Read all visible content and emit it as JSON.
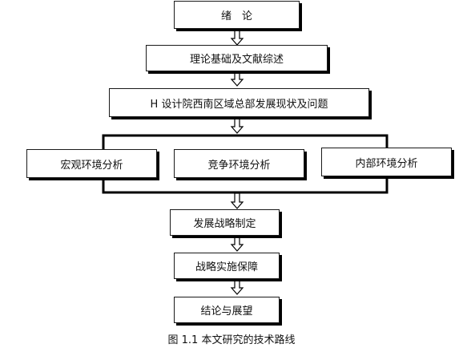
{
  "boxes": {
    "intro": "绪　论",
    "theory": "理论基础及文献综述",
    "status": "H 设计院西南区域总部发展现状及问题",
    "macro": "宏观环境分析",
    "competition": "竞争环境分析",
    "internal": "内部环境分析",
    "strategy": "发展战略制定",
    "guarantee": "战略实施保障",
    "conclusion": "结论与展望"
  },
  "caption": "图 1.1  本文研究的技术路线"
}
